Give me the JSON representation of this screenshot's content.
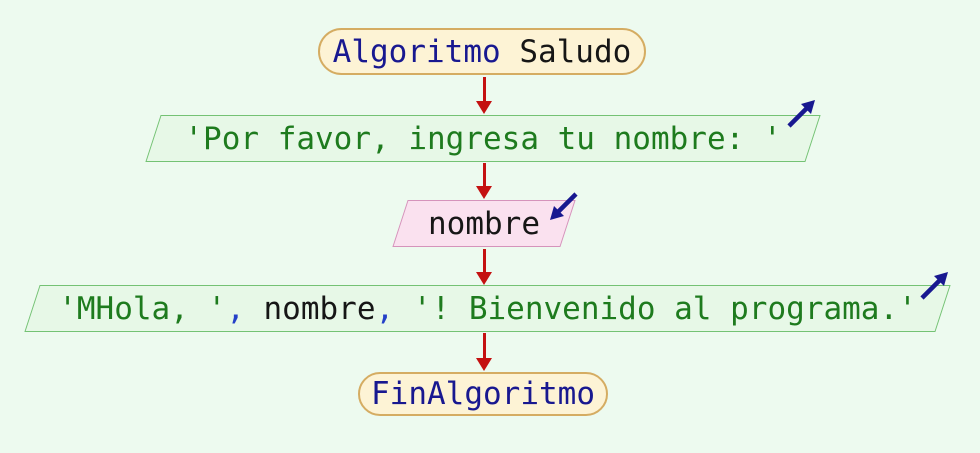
{
  "flowchart": {
    "start_node": {
      "keyword": "Algoritmo",
      "name": " Saludo"
    },
    "output_node_1": {
      "text": "'Por favor, ingresa tu nombre: '",
      "icon": "output-arrow-icon"
    },
    "input_node": {
      "variable": "nombre",
      "icon": "input-arrow-icon"
    },
    "output_node_2": {
      "segments": [
        {
          "text": "'MHola, '",
          "color": "string-green"
        },
        {
          "text": ",",
          "color": "punctuation-blue"
        },
        {
          "text": " nombre",
          "color": "identifier-black"
        },
        {
          "text": ",",
          "color": "punctuation-blue"
        },
        {
          "text": " '! Bienvenido al programa.'",
          "color": "string-green"
        }
      ]
    },
    "end_node": {
      "keyword": "FinAlgoritmo"
    }
  },
  "colors": {
    "background": "#edfaef",
    "terminator_fill": "#fdf3d5",
    "terminator_border": "#d5ac62",
    "output_fill": "#e7f8e7",
    "output_border": "#74c274",
    "input_fill": "#fae1ef",
    "input_border": "#d593bb",
    "string_text": "#1e7b1e",
    "keyword_text": "#181890",
    "identifier_text": "#161616",
    "punctuation_text": "#2540c8",
    "flow_arrow": "#c41111",
    "io_arrow": "#181890"
  }
}
